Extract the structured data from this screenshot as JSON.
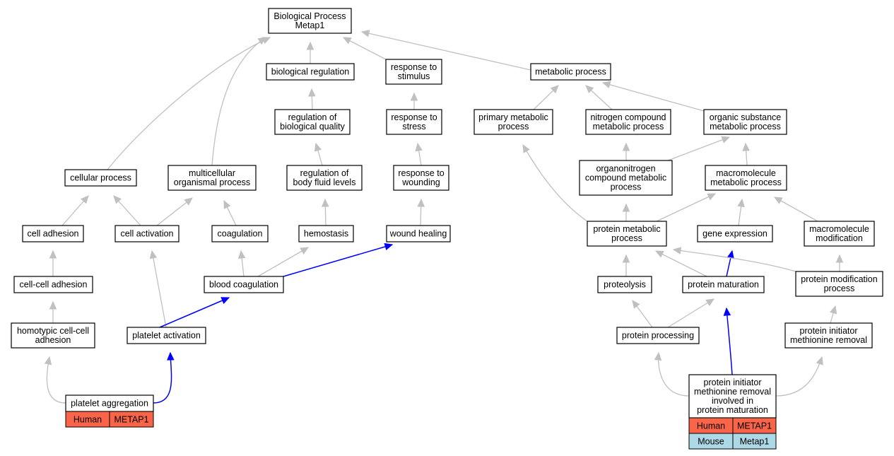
{
  "colors": {
    "edge_gray": "#c0c0c0",
    "edge_blue": "#0000ff",
    "human_tag": "#fa6448",
    "mouse_tag": "#add8e6"
  },
  "nodes": {
    "bp_root": [
      "Biological Process",
      "Metap1"
    ],
    "biological_regulation": [
      "biological regulation"
    ],
    "response_to_stimulus": [
      "response to",
      "stimulus"
    ],
    "metabolic_process": [
      "metabolic process"
    ],
    "regulation_of_biological_quality": [
      "regulation of",
      "biological quality"
    ],
    "response_to_stress": [
      "response to",
      "stress"
    ],
    "primary_metabolic_process": [
      "primary metabolic",
      "process"
    ],
    "nitrogen_compound_metabolic_process": [
      "nitrogen compound",
      "metabolic process"
    ],
    "organic_substance_metabolic_process": [
      "organic substance",
      "metabolic process"
    ],
    "cellular_process": [
      "cellular process"
    ],
    "multicellular_organismal_process": [
      "multicellular",
      "organismal process"
    ],
    "regulation_of_body_fluid_levels": [
      "regulation of",
      "body fluid levels"
    ],
    "response_to_wounding": [
      "response to",
      "wounding"
    ],
    "organonitrogen_compound_metabolic_process": [
      "organonitrogen",
      "compound metabolic",
      "process"
    ],
    "macromolecule_metabolic_process": [
      "macromolecule",
      "metabolic process"
    ],
    "cell_adhesion": [
      "cell adhesion"
    ],
    "cell_activation": [
      "cell activation"
    ],
    "coagulation": [
      "coagulation"
    ],
    "hemostasis": [
      "hemostasis"
    ],
    "wound_healing": [
      "wound healing"
    ],
    "protein_metabolic_process": [
      "protein metabolic",
      "process"
    ],
    "gene_expression": [
      "gene expression"
    ],
    "macromolecule_modification": [
      "macromolecule",
      "modification"
    ],
    "cell_cell_adhesion": [
      "cell-cell adhesion"
    ],
    "blood_coagulation": [
      "blood coagulation"
    ],
    "proteolysis": [
      "proteolysis"
    ],
    "protein_maturation": [
      "protein maturation"
    ],
    "protein_modification_process": [
      "protein modification",
      "process"
    ],
    "homotypic_cell_cell_adhesion": [
      "homotypic cell-cell",
      "adhesion"
    ],
    "platelet_activation": [
      "platelet activation"
    ],
    "protein_processing": [
      "protein processing"
    ],
    "protein_initiator_methionine_removal": [
      "protein initiator",
      "methionine removal"
    ],
    "platelet_aggregation": [
      "platelet aggregation"
    ],
    "pimr_involved_in_protein_maturation": [
      "protein initiator",
      "methionine removal",
      "involved in",
      "protein maturation"
    ]
  },
  "annotations": {
    "platelet_aggregation": [
      {
        "species": "Human",
        "gene": "METAP1"
      }
    ],
    "pimr_involved_in_protein_maturation": [
      {
        "species": "Human",
        "gene": "METAP1"
      },
      {
        "species": "Mouse",
        "gene": "Metap1"
      }
    ]
  },
  "edges": [
    {
      "from": "biological_regulation",
      "to": "bp_root",
      "color": "gray"
    },
    {
      "from": "response_to_stimulus",
      "to": "bp_root",
      "color": "gray"
    },
    {
      "from": "metabolic_process",
      "to": "bp_root",
      "color": "gray"
    },
    {
      "from": "cellular_process",
      "to": "bp_root",
      "color": "gray"
    },
    {
      "from": "multicellular_organismal_process",
      "to": "bp_root",
      "color": "gray"
    },
    {
      "from": "regulation_of_biological_quality",
      "to": "biological_regulation",
      "color": "gray"
    },
    {
      "from": "response_to_stress",
      "to": "response_to_stimulus",
      "color": "gray"
    },
    {
      "from": "primary_metabolic_process",
      "to": "metabolic_process",
      "color": "gray"
    },
    {
      "from": "nitrogen_compound_metabolic_process",
      "to": "metabolic_process",
      "color": "gray"
    },
    {
      "from": "organic_substance_metabolic_process",
      "to": "metabolic_process",
      "color": "gray"
    },
    {
      "from": "regulation_of_body_fluid_levels",
      "to": "regulation_of_biological_quality",
      "color": "gray"
    },
    {
      "from": "response_to_wounding",
      "to": "response_to_stress",
      "color": "gray"
    },
    {
      "from": "organonitrogen_compound_metabolic_process",
      "to": "nitrogen_compound_metabolic_process",
      "color": "gray"
    },
    {
      "from": "organonitrogen_compound_metabolic_process",
      "to": "organic_substance_metabolic_process",
      "color": "gray"
    },
    {
      "from": "macromolecule_metabolic_process",
      "to": "organic_substance_metabolic_process",
      "color": "gray"
    },
    {
      "from": "cell_adhesion",
      "to": "cellular_process",
      "color": "gray"
    },
    {
      "from": "cell_activation",
      "to": "cellular_process",
      "color": "gray"
    },
    {
      "from": "cell_activation",
      "to": "multicellular_organismal_process",
      "color": "gray"
    },
    {
      "from": "coagulation",
      "to": "multicellular_organismal_process",
      "color": "gray"
    },
    {
      "from": "hemostasis",
      "to": "regulation_of_body_fluid_levels",
      "color": "gray"
    },
    {
      "from": "wound_healing",
      "to": "response_to_wounding",
      "color": "gray"
    },
    {
      "from": "protein_metabolic_process",
      "to": "primary_metabolic_process",
      "color": "gray"
    },
    {
      "from": "protein_metabolic_process",
      "to": "organonitrogen_compound_metabolic_process",
      "color": "gray"
    },
    {
      "from": "protein_metabolic_process",
      "to": "macromolecule_metabolic_process",
      "color": "gray"
    },
    {
      "from": "gene_expression",
      "to": "macromolecule_metabolic_process",
      "color": "gray"
    },
    {
      "from": "macromolecule_modification",
      "to": "macromolecule_metabolic_process",
      "color": "gray"
    },
    {
      "from": "cell_cell_adhesion",
      "to": "cell_adhesion",
      "color": "gray"
    },
    {
      "from": "blood_coagulation",
      "to": "coagulation",
      "color": "gray"
    },
    {
      "from": "blood_coagulation",
      "to": "hemostasis",
      "color": "gray"
    },
    {
      "from": "blood_coagulation",
      "to": "wound_healing",
      "color": "blue"
    },
    {
      "from": "proteolysis",
      "to": "protein_metabolic_process",
      "color": "gray"
    },
    {
      "from": "protein_maturation",
      "to": "protein_metabolic_process",
      "color": "gray"
    },
    {
      "from": "protein_maturation",
      "to": "gene_expression",
      "color": "blue"
    },
    {
      "from": "protein_modification_process",
      "to": "protein_metabolic_process",
      "color": "gray"
    },
    {
      "from": "protein_modification_process",
      "to": "macromolecule_modification",
      "color": "gray"
    },
    {
      "from": "homotypic_cell_cell_adhesion",
      "to": "cell_cell_adhesion",
      "color": "gray"
    },
    {
      "from": "platelet_activation",
      "to": "cell_activation",
      "color": "gray"
    },
    {
      "from": "platelet_activation",
      "to": "blood_coagulation",
      "color": "blue"
    },
    {
      "from": "protein_processing",
      "to": "proteolysis",
      "color": "gray"
    },
    {
      "from": "protein_processing",
      "to": "protein_maturation",
      "color": "gray"
    },
    {
      "from": "protein_initiator_methionine_removal",
      "to": "protein_modification_process",
      "color": "gray"
    },
    {
      "from": "platelet_aggregation",
      "to": "homotypic_cell_cell_adhesion",
      "color": "gray"
    },
    {
      "from": "platelet_aggregation",
      "to": "platelet_activation",
      "color": "blue"
    },
    {
      "from": "pimr_involved_in_protein_maturation",
      "to": "protein_processing",
      "color": "gray"
    },
    {
      "from": "pimr_involved_in_protein_maturation",
      "to": "protein_maturation",
      "color": "blue"
    },
    {
      "from": "pimr_involved_in_protein_maturation",
      "to": "protein_initiator_methionine_removal",
      "color": "gray"
    }
  ]
}
